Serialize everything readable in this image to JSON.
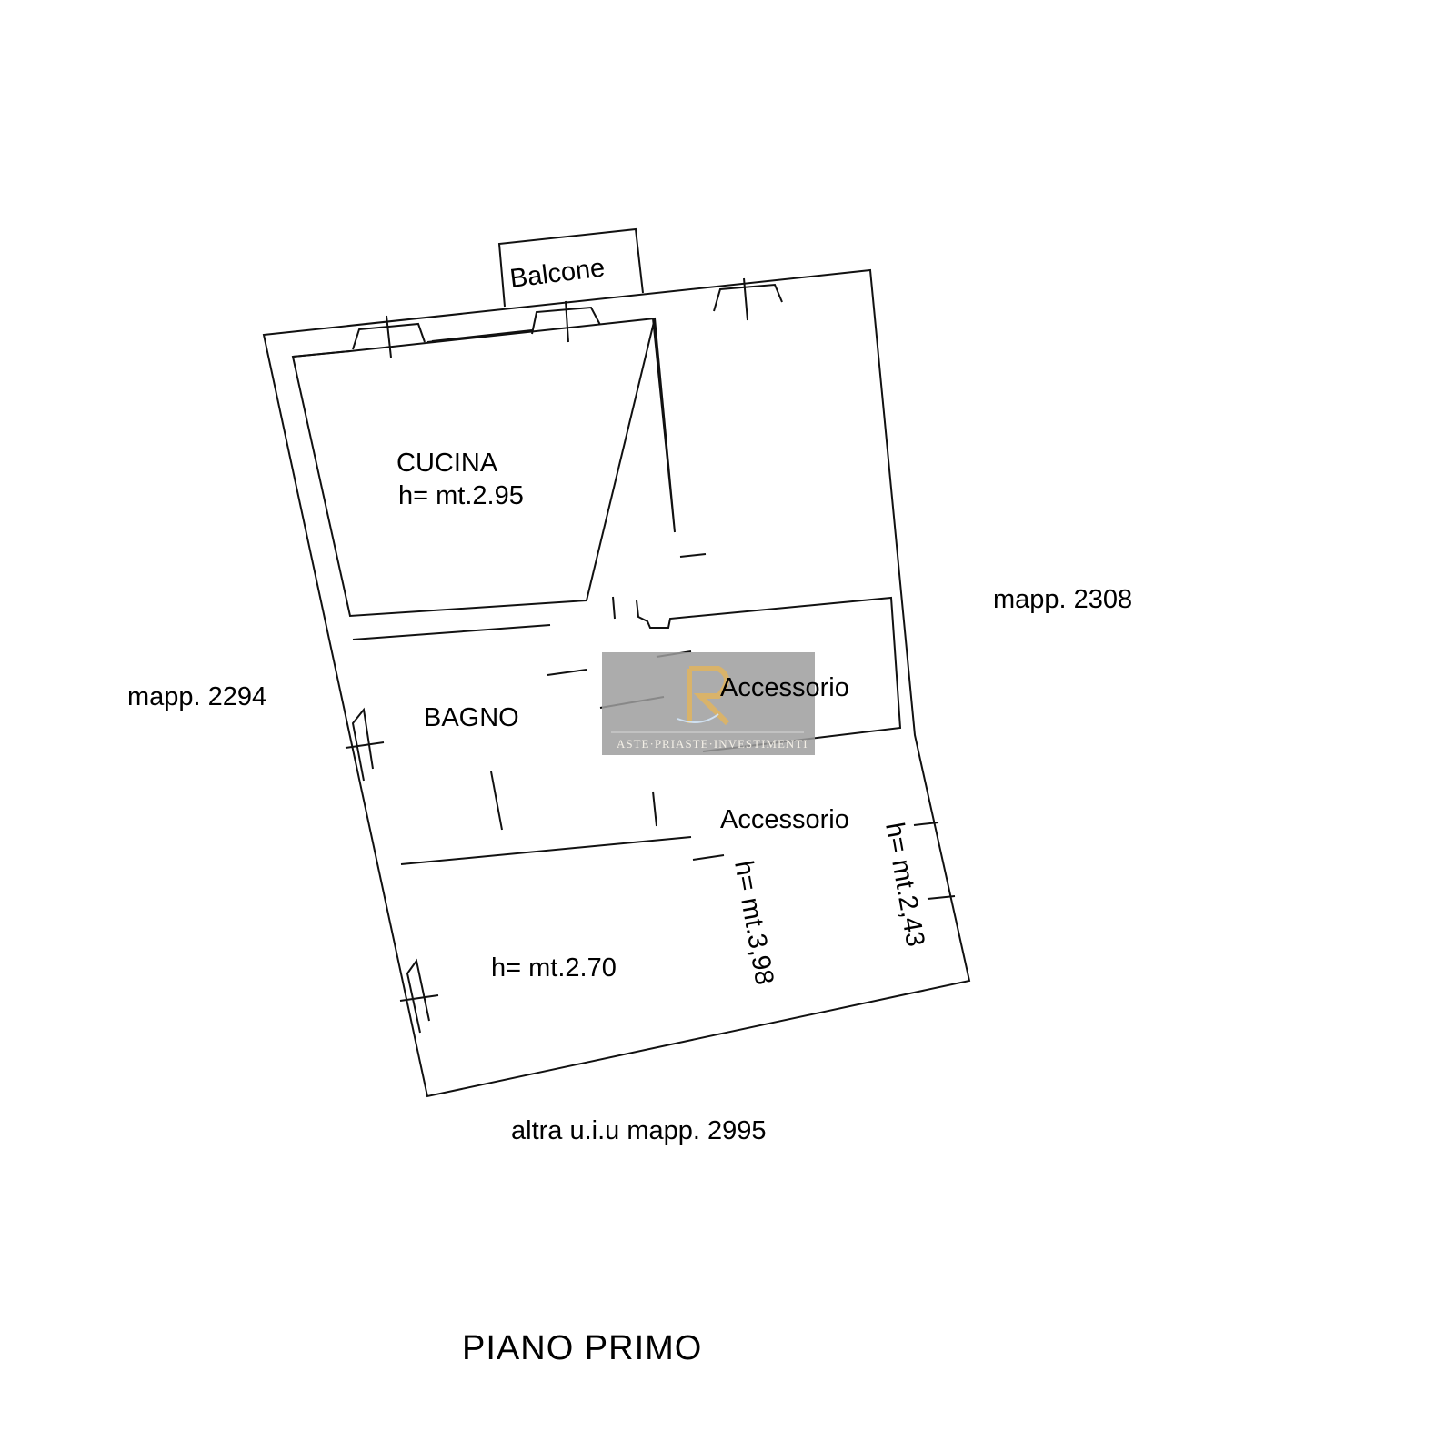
{
  "plan": {
    "title": "PIANO PRIMO",
    "rooms": {
      "balcone": "Balcone",
      "cucina": "CUCINA",
      "cucina_height": "h= mt.2.95",
      "bagno": "BAGNO",
      "accessorio_1": "Accessorio",
      "accessorio_2": "Accessorio",
      "room_bottom_height": "h= mt.2.70",
      "height_398": "h= mt.3,98",
      "height_243": "h= mt.2,43"
    },
    "neighbours": {
      "east": "mapp. 2308",
      "west": "mapp. 2294",
      "south": "altra u.i.u mapp. 2995"
    }
  },
  "watermark": {
    "text": "ASTE·PRIASTE·INVESTIMENTI",
    "bg_color": "#9e9e9e",
    "gold": "#d9b36a"
  }
}
